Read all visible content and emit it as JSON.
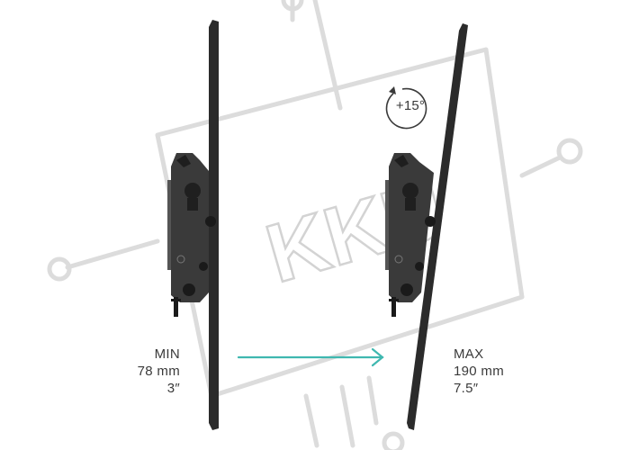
{
  "watermark": {
    "text": "KKU"
  },
  "tilt": {
    "angle_label": "+15°"
  },
  "min_depth": {
    "label": "MIN",
    "mm": "78 mm",
    "inch": "3″"
  },
  "max_depth": {
    "label": "MAX",
    "mm": "190 mm",
    "inch": "7.5″"
  },
  "colors": {
    "watermark": "#dcdcdc",
    "arrow": "#3fb8b0",
    "mount": "#2b2b2b",
    "text": "#3a3a3a"
  }
}
